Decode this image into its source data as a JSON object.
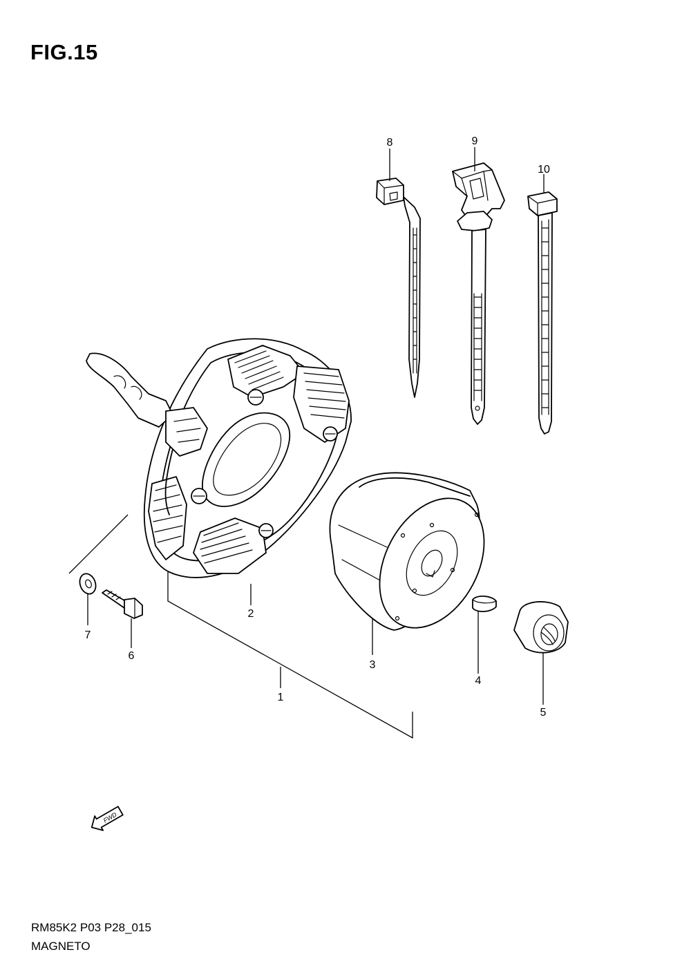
{
  "figure": {
    "title": "FIG.15",
    "code": "RM85K2 P03 P28_015",
    "name": "MAGNETO",
    "fwd_label": "FWD"
  },
  "callouts": [
    "1",
    "2",
    "3",
    "4",
    "5",
    "6",
    "7",
    "8",
    "9",
    "10"
  ]
}
